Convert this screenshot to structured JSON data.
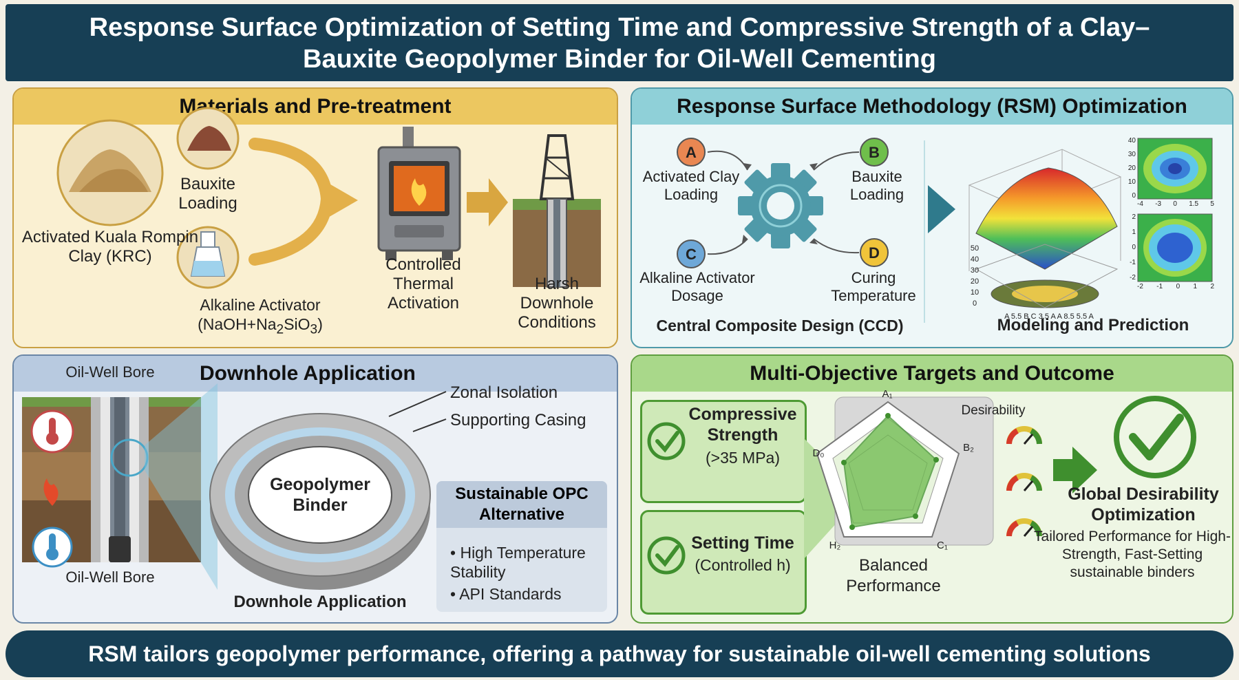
{
  "title": "Response Surface Optimization of Setting Time and Compressive Strength of a Clay–Bauxite Geopolymer Binder for Oil-Well Cementing",
  "footer": "RSM tailors geopolymer performance, offering a pathway for sustainable oil-well cementing solutions",
  "materials": {
    "heading": "Materials and Pre-treatment",
    "clay": "Activated Kuala Rompin Clay (KRC)",
    "bauxite": "Bauxite Loading",
    "activator": "Alkaline Activator (NaOH+Na",
    "activator_sub1": "2",
    "activator_mid": "SiO",
    "activator_sub2": "3",
    "activator_end": ")",
    "thermal": "Controlled Thermal Activation",
    "downhole": "Harsh Downhole Conditions"
  },
  "rsm": {
    "heading": "Response Surface Methodology (RSM) Optimization",
    "factors": [
      {
        "letter": "A",
        "label": "Activated Clay Loading",
        "color": "#e98752"
      },
      {
        "letter": "B",
        "label": "Bauxite Loading",
        "color": "#6fbf4b"
      },
      {
        "letter": "C",
        "label": "Alkaline Activator Dosage",
        "color": "#6ea8d8"
      },
      {
        "letter": "D",
        "label": "Curing Temperature",
        "color": "#f0c43a"
      }
    ],
    "ccd_label": "Central Composite Design (CCD)",
    "modeling_label": "Modeling and Prediction",
    "surface_ticks": [
      "50",
      "40",
      "30",
      "20",
      "10",
      "0"
    ],
    "surface_base": [
      "A",
      "5.5",
      "B",
      "C",
      "3.5",
      "A",
      "A",
      "8.5",
      "5.5",
      "A"
    ],
    "contour_top_y": [
      "40",
      "30",
      "20",
      "10",
      "0"
    ],
    "contour_top_x": [
      "-4",
      "-3",
      "0",
      "1.5",
      "5"
    ],
    "contour_bot_y": [
      "2",
      "1",
      "0",
      "-1",
      "-2"
    ],
    "contour_bot_x": [
      "-2",
      "-1",
      "0",
      "1",
      "2"
    ]
  },
  "downhole": {
    "heading": "Downhole Application",
    "bore_top": "Oil-Well Bore",
    "bore_bottom": "Oil-Well Bore",
    "zonal": "Zonal Isolation",
    "casing": "Supporting Casing",
    "binder": "Geopolymer Binder",
    "caption": "Downhole Application",
    "opc_title": "Sustainable OPC Alternative",
    "bullets": [
      "High Temperature Stability",
      "API Standards"
    ]
  },
  "targets": {
    "heading": "Multi-Objective Targets and Outcome",
    "strength_title": "Compressive Strength",
    "strength_value": "(>35 MPa)",
    "setting_title": "Setting Time",
    "setting_value": "(Controlled h)",
    "desirability": "Desirability",
    "radar_labels": [
      "A₁",
      "B₂",
      "C₁",
      "H₂",
      "D₀"
    ],
    "balanced": "Balanced Performance",
    "global": "Global Desirability Optimization",
    "tailored": "Tailored Performance for High-Strength, Fast-Setting sustainable binders"
  },
  "colors": {
    "banner": "#173f55",
    "materials": "#ecc760",
    "rsm": "#8fd0d8",
    "downhole": "#b8cae0",
    "targets": "#a9d88a",
    "check": "#3f8f2e"
  }
}
